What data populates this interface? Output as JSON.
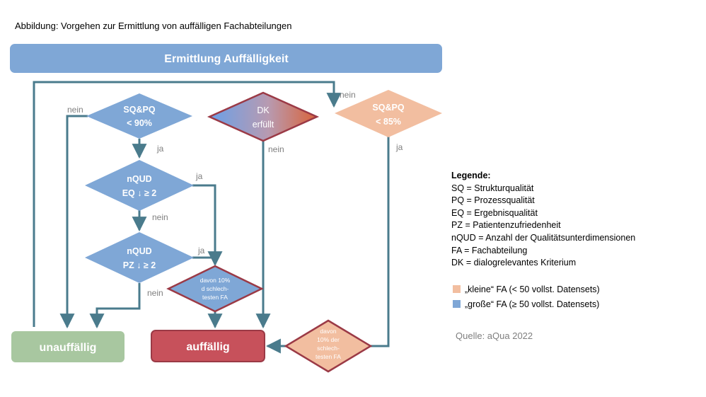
{
  "caption": "Abbildung: Vorgehen zur Ermittlung von auffälligen Fachabteilungen",
  "header": {
    "label": "Ermittlung Auffälligkeit"
  },
  "decisions": {
    "sqpq90": {
      "line1": "SQ&PQ",
      "line2": "< 90%"
    },
    "dk": {
      "line1": "DK",
      "line2": "erfüllt"
    },
    "sqpq85": {
      "line1": "SQ&PQ",
      "line2": "< 85%"
    },
    "nqud_eq": {
      "line1": "nQUD",
      "line2": "EQ ↓ ≥ 2"
    },
    "nqud_pz": {
      "line1": "nQUD",
      "line2": "PZ ↓ ≥ 2"
    },
    "worst_large": {
      "line1": "davon 10%",
      "line2": "d schlech-",
      "line3": "testen FA"
    },
    "worst_small": {
      "line1": "davon",
      "line2": "10% der",
      "line3": "schlech-",
      "line4": "testen FA"
    }
  },
  "outcomes": {
    "unauffaellig": "unauffällig",
    "auffaellig": "auffällig"
  },
  "edge_labels": {
    "nein_sqpq90": "nein",
    "ja_sqpq90": "ja",
    "ja_eq": "ja",
    "nein_eq": "nein",
    "ja_pz": "ja",
    "nein_pz": "nein",
    "nein_dk": "nein",
    "nein_sqpq85": "nein",
    "ja_sqpq85": "ja"
  },
  "legend": {
    "title": "Legende:",
    "entries": [
      "SQ = Strukturqualität",
      "PQ = Prozessqualität",
      "EQ = Ergebnisqualität",
      "PZ = Patientenzufriedenheit",
      "nQUD = Anzahl der Qualitätsunterdimensionen",
      "FA = Fachabteilung",
      "DK = dialogrelevantes Kriterium"
    ],
    "small_fa": "„kleine“ FA (< 50 vollst. Datensets)",
    "large_fa": "„große“ FA (≥ 50 vollst. Datensets)"
  },
  "source": "Quelle: aQua 2022",
  "colors": {
    "blue": "#7fa7d6",
    "peach": "#f2bea0",
    "green": "#a8c7a0",
    "red": "#c7515b",
    "arrow": "#4a7b8c",
    "dark_red_border": "#9b3a46"
  }
}
